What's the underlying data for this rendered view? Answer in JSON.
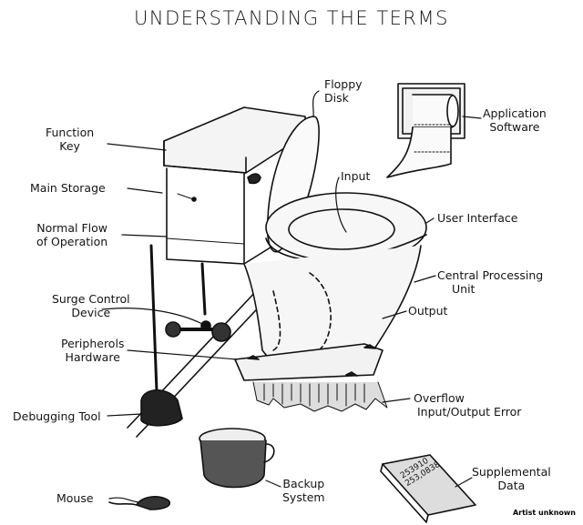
{
  "title": "UNDERSTANDING THE TERMS",
  "credit": "Artist unknown",
  "book_numbers": [
    "253910",
    "253,0838"
  ],
  "labels": {
    "function_key": [
      "Function",
      "Key"
    ],
    "main_storage": [
      "Main Storage"
    ],
    "normal_flow": [
      "Normal Flow",
      "of Operation"
    ],
    "surge_control": [
      "Surge Control",
      "Device"
    ],
    "peripherals": [
      "Peripherols",
      "Hardware"
    ],
    "debugging_tool": [
      "Debugging Tool"
    ],
    "mouse": [
      "Mouse"
    ],
    "floppy_disk": [
      "Floppy",
      "Disk"
    ],
    "input": [
      "Input"
    ],
    "application_software": [
      "Application",
      "Software"
    ],
    "user_interface": [
      "User Interface"
    ],
    "cpu": [
      "Central Processing",
      "Unit"
    ],
    "output": [
      "Output"
    ],
    "overflow": [
      "Overflow",
      "Input/Output Error"
    ],
    "backup_system": [
      "Backup",
      "System"
    ],
    "supplemental_data": [
      "Supplemental",
      "Data"
    ]
  }
}
